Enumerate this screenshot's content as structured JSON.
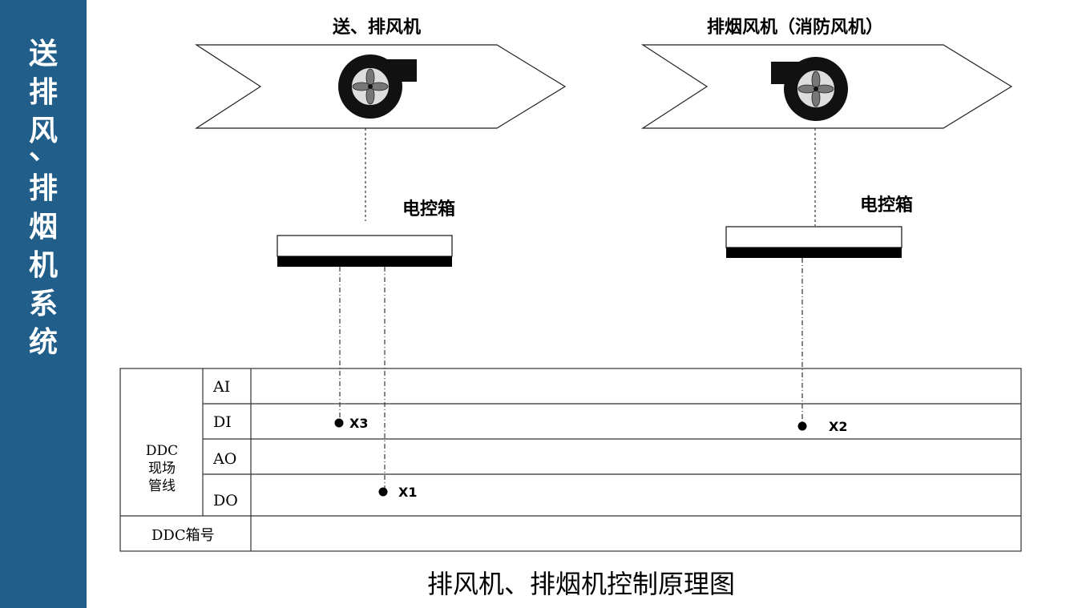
{
  "sidebar": {
    "title_chars": [
      "送",
      "排",
      "风",
      "、",
      "排",
      "烟",
      "机",
      "系",
      "统"
    ]
  },
  "fans": [
    {
      "title": "送、排风机",
      "icon": "fan-icon"
    },
    {
      "title": "排烟风机（消防风机）",
      "icon": "fan-icon"
    }
  ],
  "control_boxes": [
    {
      "label": "电控箱"
    },
    {
      "label": "电控箱"
    }
  ],
  "table": {
    "ddc_label_lines": [
      "DDC",
      "现场",
      "管线"
    ],
    "rows": [
      "AI",
      "DI",
      "AO",
      "DO"
    ],
    "box_no_label": "DDC箱号"
  },
  "points": [
    {
      "name": "X3",
      "row": "DI"
    },
    {
      "name": "X2",
      "row": "DI"
    },
    {
      "name": "X1",
      "row": "DO"
    }
  ],
  "caption": "排风机、排烟机控制原理图",
  "colors": {
    "sidebar": "#215f8a",
    "sidebar_text": "#ffffff"
  }
}
